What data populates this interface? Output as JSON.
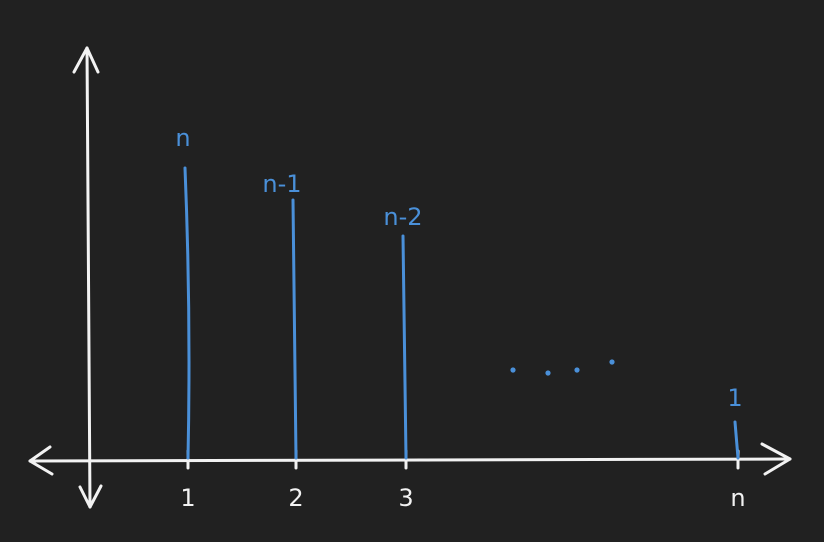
{
  "chart_data": {
    "type": "bar",
    "categories": [
      "1",
      "2",
      "3",
      "n"
    ],
    "data_labels": [
      "n",
      "n-1",
      "n-2",
      "1"
    ],
    "ellipsis": true,
    "title": "",
    "xlabel": "",
    "ylabel": "",
    "grid": false,
    "legend": "none",
    "colors": {
      "background": "#212121",
      "axis": "#f2f2f2",
      "bars": "#4a90d9"
    }
  }
}
